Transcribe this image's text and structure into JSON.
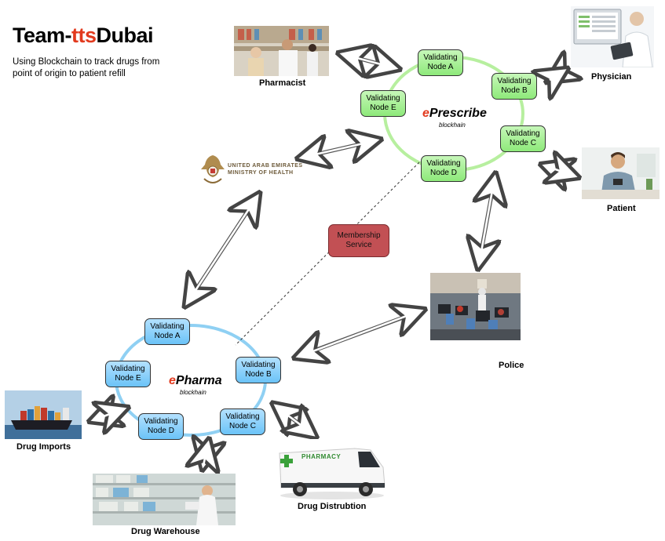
{
  "header": {
    "brand_prefix": "Team-",
    "brand_highlight": "tts",
    "brand_suffix": "Dubai",
    "subtitle": "Using Blockchain to track drugs from point of origin to patient refill"
  },
  "eprescribe": {
    "title_e": "e",
    "title_rest": "Prescribe",
    "subtitle": "blockhain",
    "nodes": [
      {
        "label": "Validating\nNode A"
      },
      {
        "label": "Validating\nNode B"
      },
      {
        "label": "Validating\nNode C"
      },
      {
        "label": "Validating\nNode D"
      },
      {
        "label": "Validating\nNode E"
      }
    ]
  },
  "epharma": {
    "title_e": "e",
    "title_rest": "Pharma",
    "subtitle": "blockhain",
    "nodes": [
      {
        "label": "Validating\nNode A"
      },
      {
        "label": "Validating\nNode B"
      },
      {
        "label": "Validating\nNode C"
      },
      {
        "label": "Validating\nNode D"
      },
      {
        "label": "Validating\nNode E"
      }
    ]
  },
  "membership": {
    "label": "Membership\nService"
  },
  "entities": {
    "pharmacist": "Pharmacist",
    "physician": "Physician",
    "patient": "Patient",
    "police": "Police",
    "drug_imports": "Drug Imports",
    "drug_warehouse": "Drug Warehouse",
    "drug_distribution": "Drug Distrubtion"
  },
  "ministry": {
    "line1": "UNITED ARAB EMIRATES",
    "line2": "MINISTRY OF HEALTH"
  },
  "van_sign": "PHARMACY",
  "colors": {
    "brand_red": "#e23a1e",
    "node_green": "#8ee97a",
    "node_blue": "#6bc3f7",
    "ring_green": "#b7ef9f",
    "ring_blue": "#8fd0f3",
    "membership": "#c25054"
  }
}
